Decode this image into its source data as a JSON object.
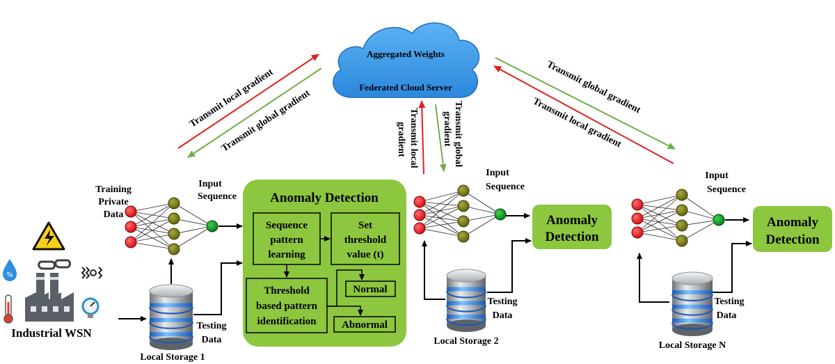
{
  "cloud": {
    "title": "Aggregated Weights",
    "subtitle": "Federated Cloud Server"
  },
  "links": {
    "left_local": "Transmit  local gradient",
    "left_global": "Transmit  global gradient",
    "right_global": "Transmit global gradient",
    "right_local": "Transmit local gradient",
    "mid_local_1": "Transmit local",
    "mid_local_2": "gradient",
    "mid_global_1": "Transmit global",
    "mid_global_2": "gradient"
  },
  "source": {
    "label": "Industrial WSN",
    "icons": [
      "warning-icon",
      "water-drop-icon",
      "factory-icon",
      "vibration-icon",
      "thermometer-icon",
      "gauge-icon"
    ]
  },
  "node1": {
    "training_1": "Training",
    "training_2": "Private",
    "training_3": "Data",
    "input_1": "Input",
    "input_2": "Sequence",
    "testing_1": "Testing",
    "testing_2": "Data",
    "storage": "Local Storage 1"
  },
  "main_panel": {
    "title": "Anomaly Detection",
    "seq_1": "Sequence",
    "seq_2": "pattern",
    "seq_3": "learning",
    "set_1": "Set",
    "set_2": "threshold",
    "set_3": "value (t)",
    "thr_1": "Threshold",
    "thr_2": "based pattern",
    "thr_3": "identification",
    "normal": "Normal",
    "abnormal": "Abnormal"
  },
  "node2": {
    "input_1": "Input",
    "input_2": "Sequence",
    "detect_1": "Anomaly",
    "detect_2": "Detection",
    "testing_1": "Testing",
    "testing_2": "Data",
    "storage": "Local Storage 2"
  },
  "nodeN": {
    "input_1": "Input",
    "input_2": "Sequence",
    "detect_1": "Anomaly",
    "detect_2": "Detection",
    "testing_1": "Testing",
    "testing_2": "Data",
    "storage": "Local Storage N"
  },
  "colors": {
    "local_arrow": "#e02020",
    "global_arrow": "#70ad47",
    "panel_green": "#8dc63f",
    "cloud_blue": "#3d9be9",
    "input_neuron": "#e8141b",
    "hidden_neuron": "#7a7a14",
    "output_neuron": "#0f8f1f"
  }
}
